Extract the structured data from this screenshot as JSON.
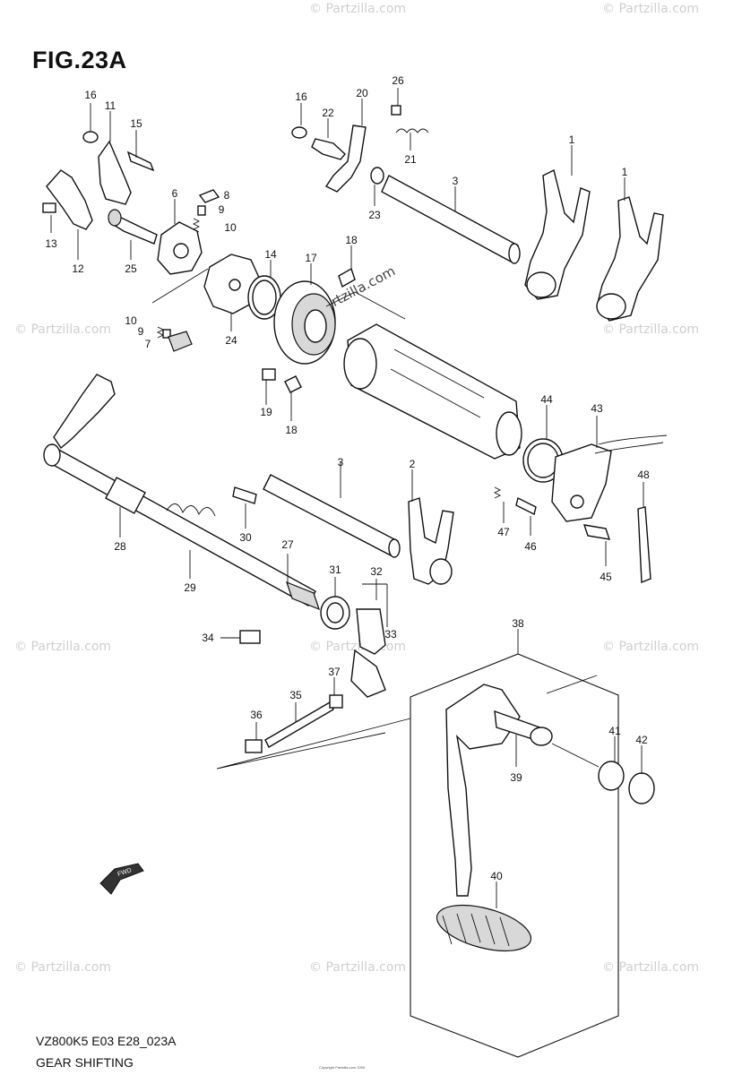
{
  "figure": {
    "title": "FIG.23A",
    "footer_code": "VZ800K5 E03 E28_023A",
    "footer_name": "GEAR SHIFTING",
    "copyright": "Copyright Partzilla.com 2005"
  },
  "watermark": {
    "text": "© Partzilla.com",
    "center_text": "© Partzilla.com",
    "color": "#cfcfcf"
  },
  "fwd_label": "FWD",
  "callouts": [
    {
      "id": "c1a",
      "text": "1"
    },
    {
      "id": "c1b",
      "text": "1"
    },
    {
      "id": "c2",
      "text": "2"
    },
    {
      "id": "c3a",
      "text": "3"
    },
    {
      "id": "c3b",
      "text": "3"
    },
    {
      "id": "c6",
      "text": "6"
    },
    {
      "id": "c7",
      "text": "7"
    },
    {
      "id": "c8",
      "text": "8"
    },
    {
      "id": "c9a",
      "text": "9"
    },
    {
      "id": "c9b",
      "text": "9"
    },
    {
      "id": "c10a",
      "text": "10"
    },
    {
      "id": "c10b",
      "text": "10"
    },
    {
      "id": "c11",
      "text": "11"
    },
    {
      "id": "c12",
      "text": "12"
    },
    {
      "id": "c13",
      "text": "13"
    },
    {
      "id": "c14",
      "text": "14"
    },
    {
      "id": "c15",
      "text": "15"
    },
    {
      "id": "c16a",
      "text": "16"
    },
    {
      "id": "c16b",
      "text": "16"
    },
    {
      "id": "c17",
      "text": "17"
    },
    {
      "id": "c18a",
      "text": "18"
    },
    {
      "id": "c18b",
      "text": "18"
    },
    {
      "id": "c19",
      "text": "19"
    },
    {
      "id": "c20",
      "text": "20"
    },
    {
      "id": "c21",
      "text": "21"
    },
    {
      "id": "c22",
      "text": "22"
    },
    {
      "id": "c23",
      "text": "23"
    },
    {
      "id": "c24",
      "text": "24"
    },
    {
      "id": "c25",
      "text": "25"
    },
    {
      "id": "c26",
      "text": "26"
    },
    {
      "id": "c27",
      "text": "27"
    },
    {
      "id": "c28",
      "text": "28"
    },
    {
      "id": "c29",
      "text": "29"
    },
    {
      "id": "c30",
      "text": "30"
    },
    {
      "id": "c31",
      "text": "31"
    },
    {
      "id": "c32",
      "text": "32"
    },
    {
      "id": "c33",
      "text": "33"
    },
    {
      "id": "c34",
      "text": "34"
    },
    {
      "id": "c35",
      "text": "35"
    },
    {
      "id": "c36",
      "text": "36"
    },
    {
      "id": "c37",
      "text": "37"
    },
    {
      "id": "c38",
      "text": "38"
    },
    {
      "id": "c39",
      "text": "39"
    },
    {
      "id": "c40",
      "text": "40"
    },
    {
      "id": "c41",
      "text": "41"
    },
    {
      "id": "c42",
      "text": "42"
    },
    {
      "id": "c43",
      "text": "43"
    },
    {
      "id": "c44",
      "text": "44"
    },
    {
      "id": "c45",
      "text": "45"
    },
    {
      "id": "c46",
      "text": "46"
    },
    {
      "id": "c47",
      "text": "47"
    },
    {
      "id": "c48",
      "text": "48"
    }
  ]
}
